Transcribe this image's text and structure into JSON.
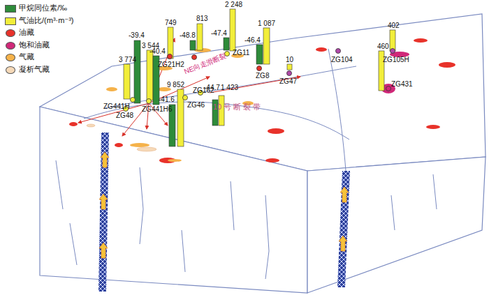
{
  "diagram": {
    "labels": [
      "-39.4",
      "3 544",
      "3 774",
      "-40.4",
      "749",
      "813",
      "-48.8",
      "2 248",
      "-47.4",
      "1 087",
      "-46.4",
      "10",
      "402",
      "460",
      "ZG21H2",
      "ZG11",
      "ZG8",
      "ZG47",
      "ZG104",
      "ZG105H",
      "ZG431",
      "NE向走滑断裂",
      "ZG441H",
      "ZG441H6",
      "ZG48",
      "ZG162",
      "ZG46",
      "9 852",
      "-41.6",
      "1 423",
      "-44.7",
      "10 号 断 裂 带"
    ],
    "legend": [
      {
        "text": "甲烷同位素/‰",
        "color": "#2e8b3a"
      },
      {
        "text": "气油比/(m³·m⁻³)",
        "color": "#f2ee3a"
      },
      {
        "text": "油藏",
        "color": "#e8322a"
      },
      {
        "text": "饱和油藏",
        "color": "#d02878"
      },
      {
        "text": "气藏",
        "color": "#f5b24a"
      },
      {
        "text": "凝析气藏",
        "color": "#f6d9b8"
      }
    ]
  }
}
